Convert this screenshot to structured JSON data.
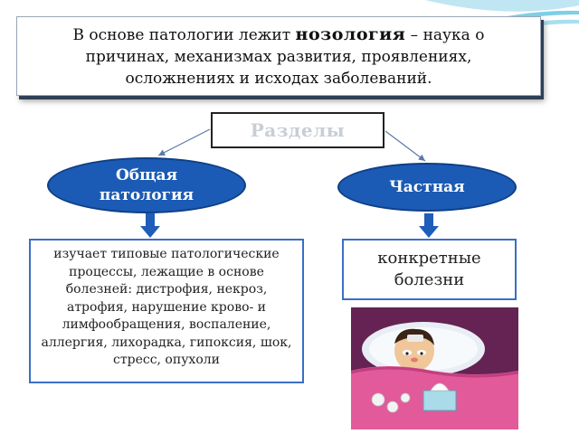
{
  "definition": {
    "before": "В основе патологии лежит ",
    "term": "нозология",
    "after": " – наука о причинах, механизмах развития, проявлениях, осложнениях и исходах заболеваний."
  },
  "sections_label": "Разделы",
  "branches": {
    "general": {
      "title": "Общая патология",
      "description": "изучает типовые патологические процессы, лежащие в основе болезней: дистрофия, некроз, атрофия, нарушение крово- и лимфообращения, воспаление, аллергия, лихорадка, гипоксия, шок, стресс, опухоли"
    },
    "private": {
      "title": "Частная",
      "description": "конкретные болезни"
    }
  },
  "colors": {
    "oval_fill": "#1b5bb5",
    "box_border": "#3a6fc4",
    "shadow": "#2f3f57"
  },
  "icons": [
    "down-arrow-icon",
    "sick-person-illustration"
  ]
}
